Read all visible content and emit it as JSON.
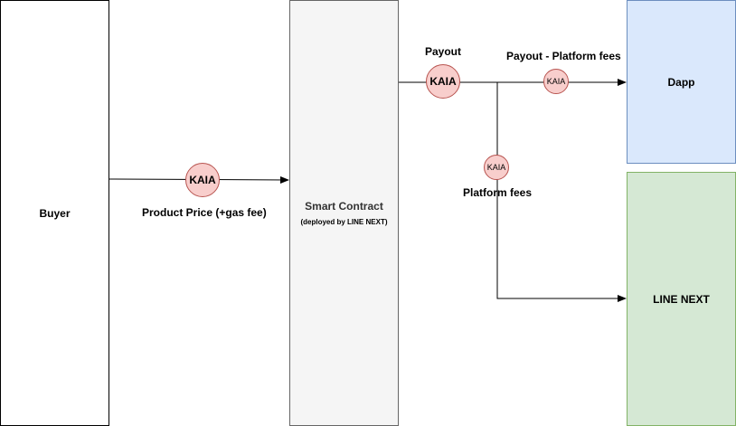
{
  "nodes": {
    "buyer": "Buyer",
    "smart_contract": "Smart Contract",
    "smart_contract_note": "(deployed by LINE NEXT)",
    "dapp": "Dapp",
    "line_next": "LINE NEXT"
  },
  "tokens": {
    "product": "KAIA",
    "payout": "KAIA",
    "payout_net": "KAIA",
    "platform": "KAIA"
  },
  "labels": {
    "product_price": "Product Price (+gas fee)",
    "payout": "Payout",
    "payout_minus_fees": "Payout - Platform fees",
    "platform_fees": "Platform fees"
  },
  "colors": {
    "dapp_fill": "#dae8fc",
    "line_next_fill": "#d5e8d4",
    "contract_fill": "#f5f5f5",
    "token_fill": "#f8cecc"
  }
}
